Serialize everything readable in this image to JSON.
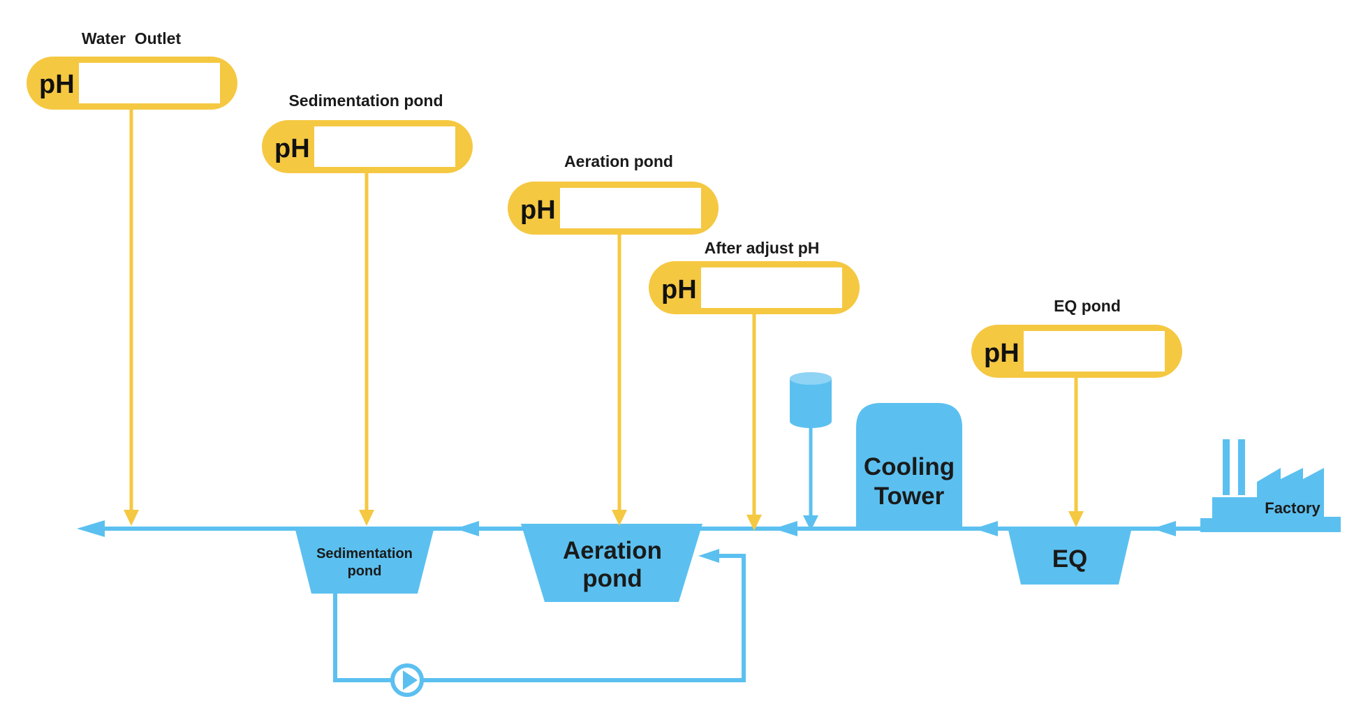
{
  "colors": {
    "probe": "#F5C842",
    "process": "#5BC0F0",
    "display_bg": "#FFFFFF",
    "text": "#1A1A1A"
  },
  "probes": [
    {
      "id": "water-outlet",
      "title": "Water  Outlet",
      "label": "pH",
      "value": ""
    },
    {
      "id": "sedimentation",
      "title": "Sedimentation pond",
      "label": "pH",
      "value": ""
    },
    {
      "id": "aeration",
      "title": "Aeration pond",
      "label": "pH",
      "value": ""
    },
    {
      "id": "after-adjust",
      "title": "After adjust pH",
      "label": "pH",
      "value": ""
    },
    {
      "id": "eq",
      "title": "EQ pond",
      "label": "pH",
      "value": ""
    }
  ],
  "units": {
    "sedimentation": {
      "line1": "Sedimentation",
      "line2": "pond"
    },
    "aeration": {
      "line1": "Aeration",
      "line2": "pond"
    },
    "cooling_tower": {
      "line1": "Cooling",
      "line2": "Tower"
    },
    "eq": {
      "line1": "EQ"
    },
    "factory": {
      "label": "Factory"
    }
  },
  "icons": {
    "chemical_tank": "chemical-tank-icon",
    "pump": "pump-icon",
    "factory": "factory-icon"
  }
}
